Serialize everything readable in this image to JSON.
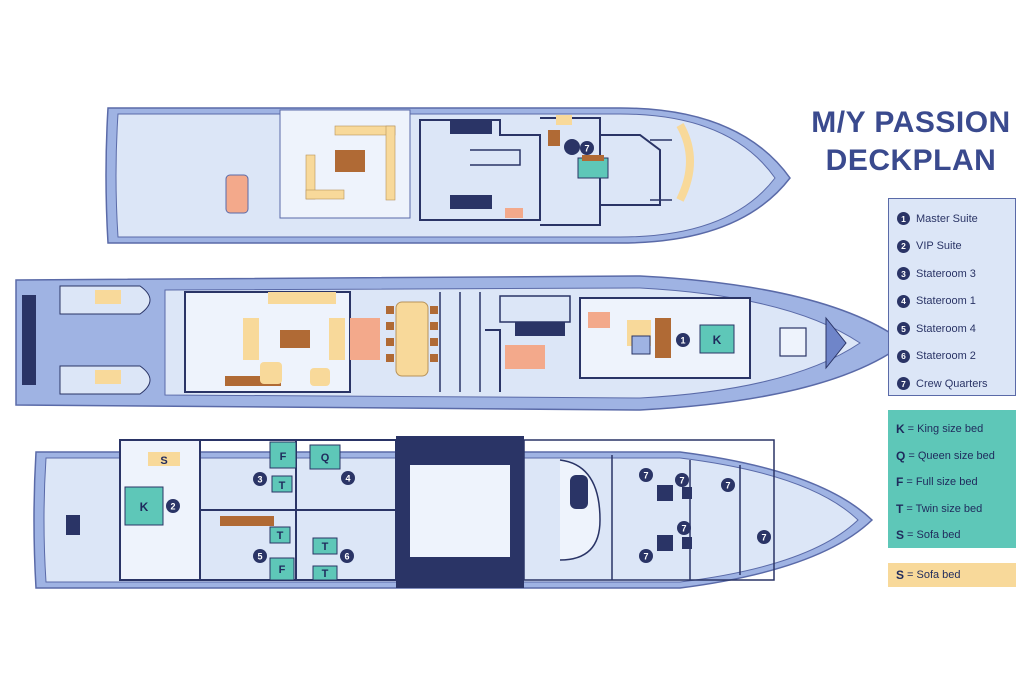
{
  "title": {
    "line1": "M/Y PASSION",
    "line2": "DECKPLAN"
  },
  "rooms_legend": [
    {
      "num": "1",
      "label": "Master Suite"
    },
    {
      "num": "2",
      "label": "VIP Suite"
    },
    {
      "num": "3",
      "label": "Stateroom 3"
    },
    {
      "num": "4",
      "label": "Stateroom 1"
    },
    {
      "num": "5",
      "label": "Stateroom 4"
    },
    {
      "num": "6",
      "label": "Stateroom 2"
    },
    {
      "num": "7",
      "label": "Crew Quarters"
    }
  ],
  "beds_legend": [
    {
      "letter": "K",
      "label": "= King size bed"
    },
    {
      "letter": "Q",
      "label": "= Queen size bed"
    },
    {
      "letter": "F",
      "label": "= Full size bed"
    },
    {
      "letter": "T",
      "label": "= Twin size bed"
    },
    {
      "letter": "S",
      "label": "= Sofa bed"
    }
  ],
  "sofa_legend": {
    "letter": "S",
    "label": "= Sofa bed"
  },
  "plan_labels": {
    "top_crew": "7",
    "main_master": "1",
    "main_king": "K",
    "lower_sofa": "S",
    "lower_king": "K",
    "lower_vip": "2",
    "lower_f1": "F",
    "lower_t1": "T",
    "lower_s3": "3",
    "lower_q": "Q",
    "lower_s1": "4",
    "lower_t2": "T",
    "lower_f2": "F",
    "lower_s4": "5",
    "lower_t3": "T",
    "lower_t4": "T",
    "lower_s2": "6",
    "crew_a": "7",
    "crew_b": "7",
    "crew_c": "7",
    "crew_d": "7",
    "crew_e": "7",
    "crew_f": "7"
  },
  "colors": {
    "hull": "#9fb3e3",
    "deck": "#dce6f7",
    "wall": "#2a3466",
    "teal": "#5ec7b8",
    "sofa": "#f8d99a",
    "wood": "#b06a35",
    "title": "#3a4a8e"
  }
}
